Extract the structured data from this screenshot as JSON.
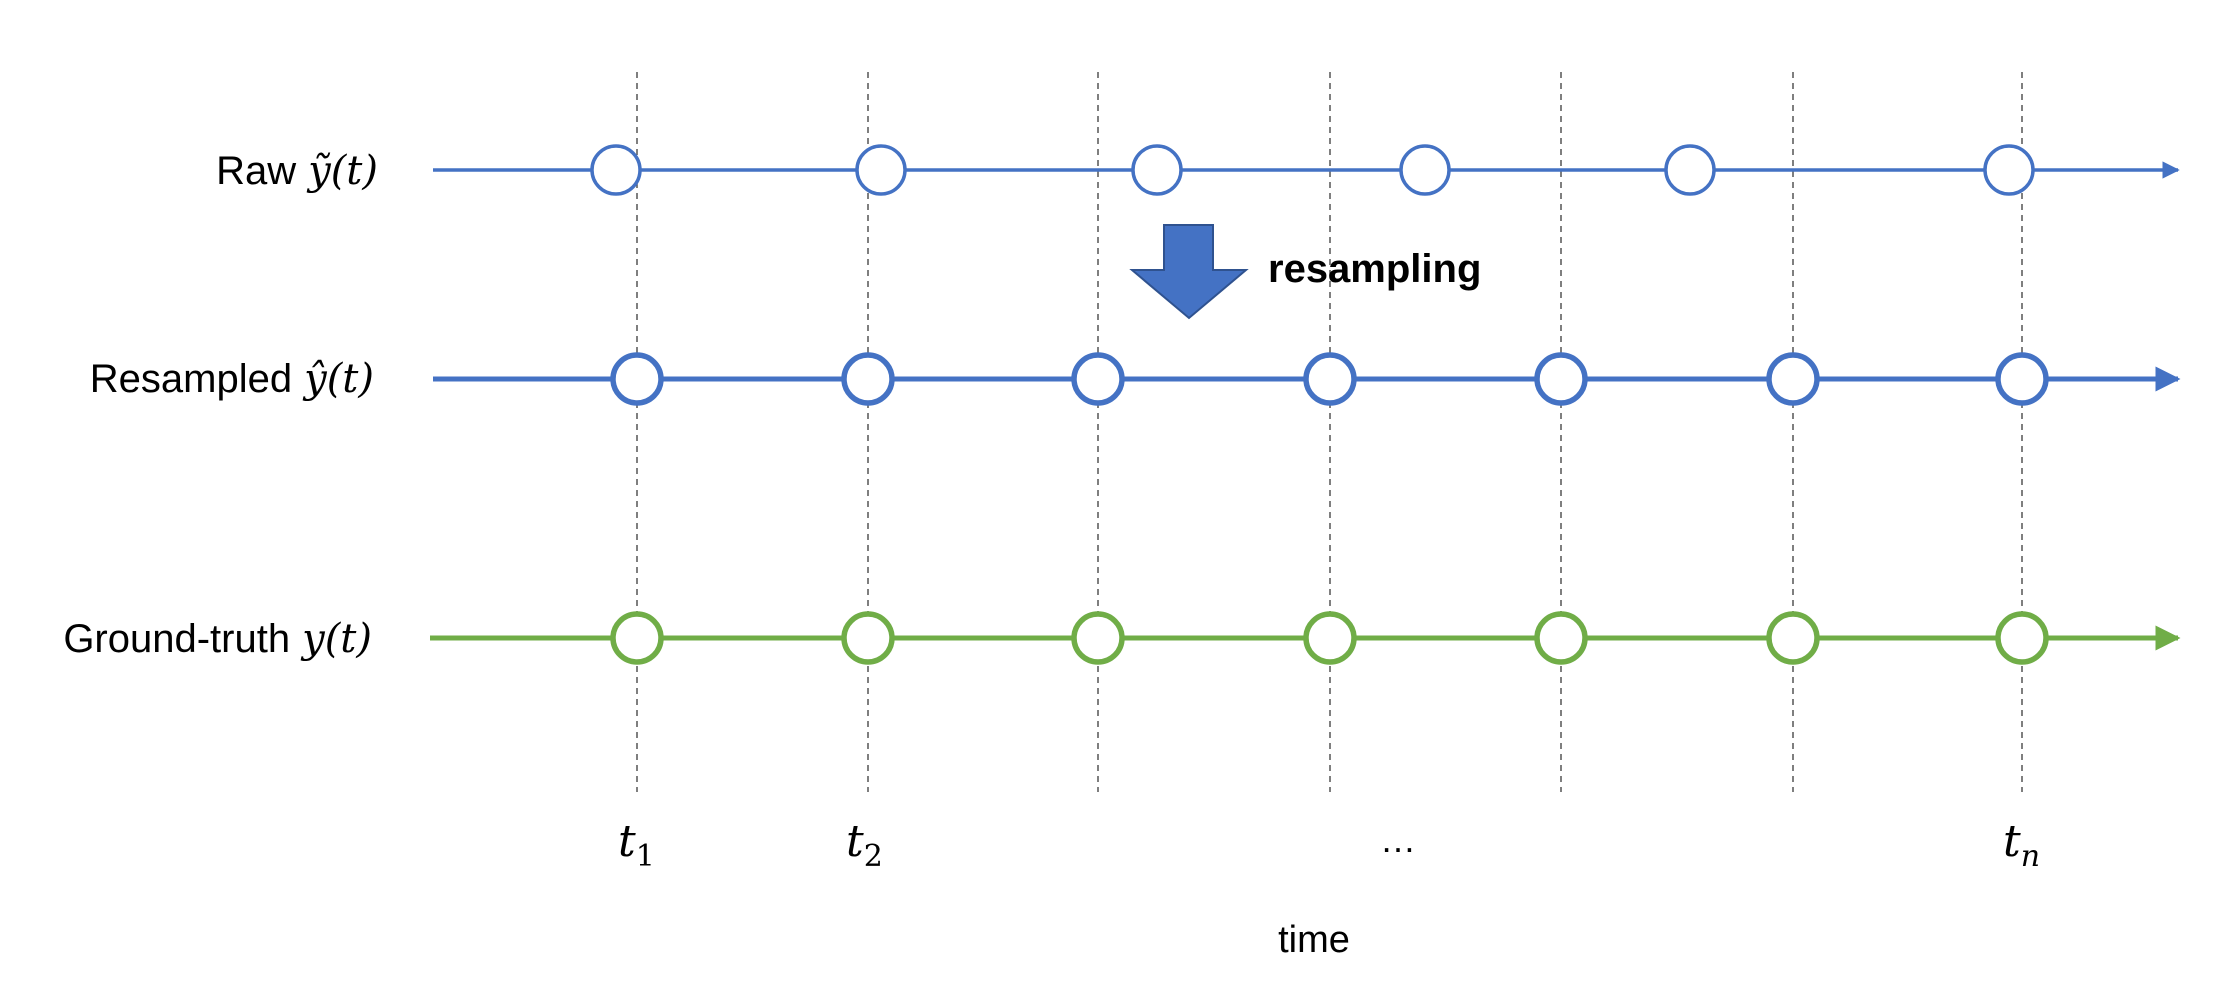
{
  "colors": {
    "raw": "#4472c4",
    "resampled": "#4472c4",
    "ground_truth": "#70ad47",
    "guide": "#555555",
    "arrow_fill": "#4472c4",
    "arrow_stroke": "#2f528f"
  },
  "rows": [
    {
      "id": "raw",
      "label": "Raw",
      "var": "ỹ",
      "arg": "(t)",
      "sample_count": 6
    },
    {
      "id": "resampled",
      "label": "Resampled",
      "var": "ŷ",
      "arg": "(t)",
      "sample_count": 7
    },
    {
      "id": "ground_truth",
      "label": "Ground-truth",
      "var": "y",
      "arg": "(t)",
      "sample_count": 7
    }
  ],
  "resampling_label": "resampling",
  "ticks": {
    "t1": {
      "base": "t",
      "sub": "1"
    },
    "t2": {
      "base": "t",
      "sub": "2"
    },
    "ellipsis": "…",
    "tn": {
      "base": "t",
      "sub": "n"
    }
  },
  "x_axis_label": "time",
  "icons": {
    "down-arrow": "block-arrow-down"
  }
}
